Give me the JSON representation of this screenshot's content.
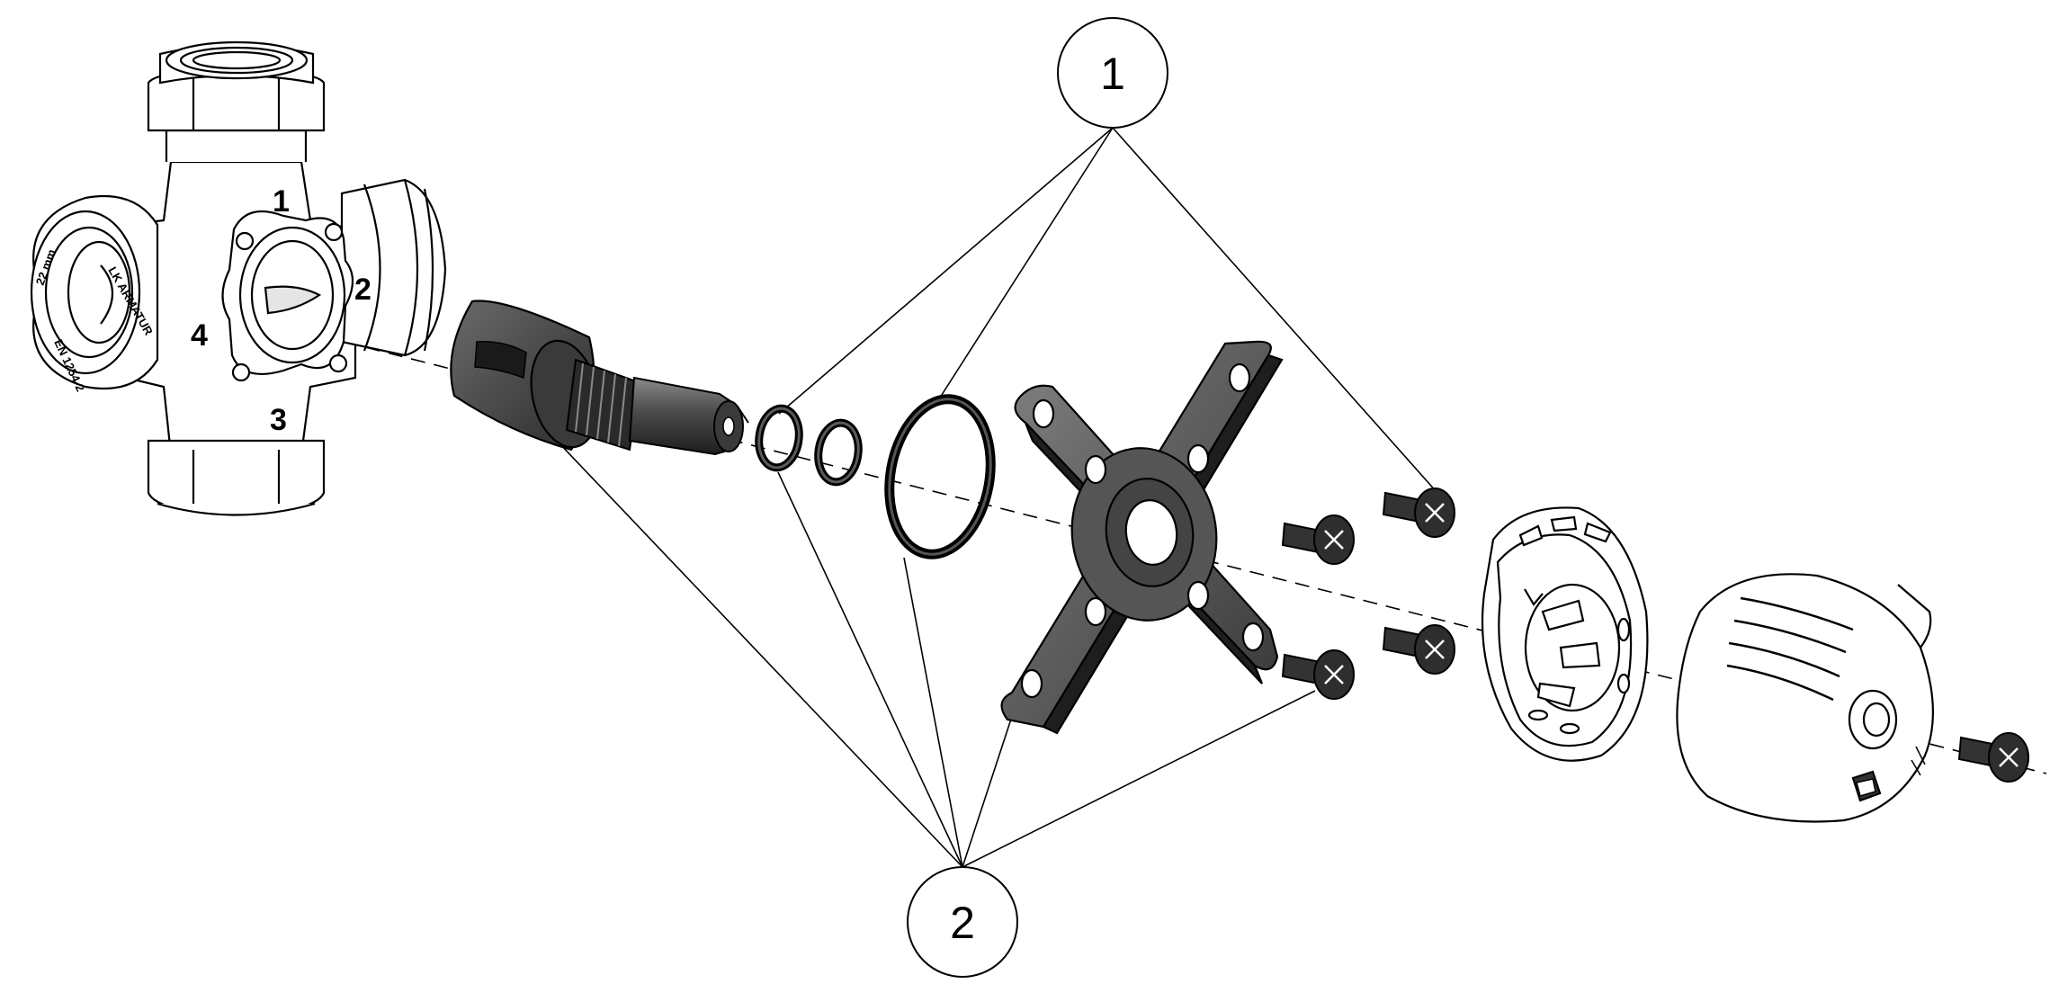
{
  "callouts": [
    {
      "id": "callout-1",
      "label": "1"
    },
    {
      "id": "callout-2",
      "label": "2"
    }
  ],
  "valve_ports": [
    "1",
    "2",
    "3",
    "4"
  ],
  "nut_marking": {
    "top": "LK ARMATUR",
    "left": "22 mm",
    "bottom": "EN 1254-2"
  },
  "colors": {
    "line": "#000000",
    "part_dark": "#3a3a3a",
    "part_mid": "#6b6b6b",
    "part_light": "#9a9a9a",
    "background": "#ffffff"
  }
}
